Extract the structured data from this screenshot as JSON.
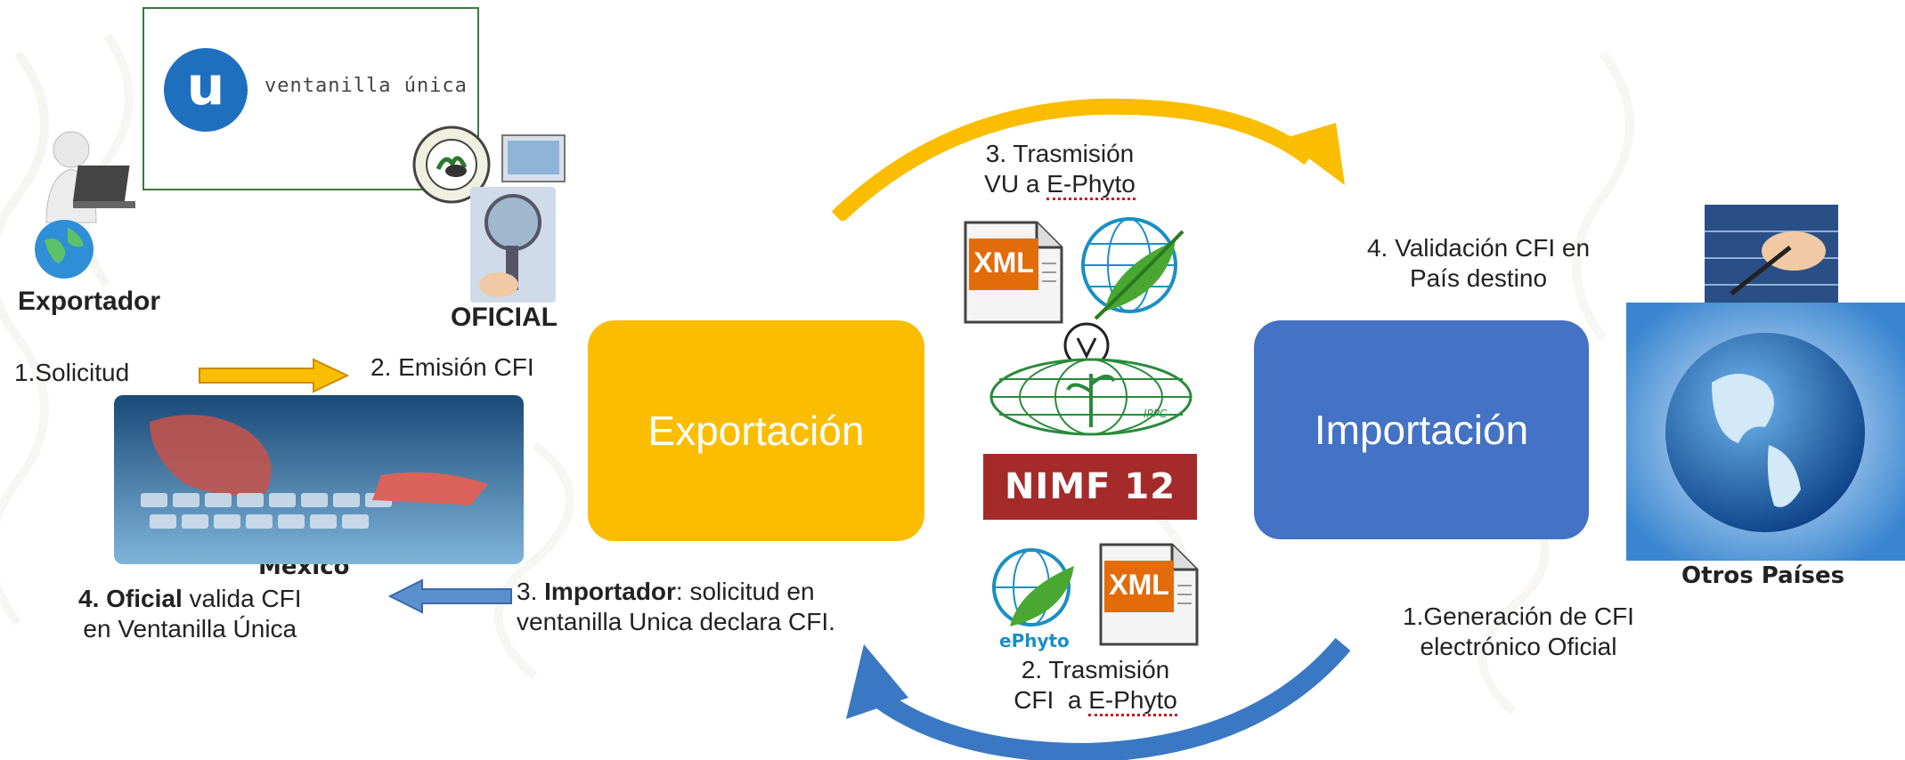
{
  "colors": {
    "export_box": "#fbbd00",
    "import_box": "#4472c4",
    "arrow_yellow": "#fbbd00",
    "arrow_blue": "#3b78c3",
    "nimf_bg": "#a52a2a",
    "text": "#222222"
  },
  "boxes": {
    "export": "Exportación",
    "import": "Importación"
  },
  "labels": {
    "exporter": "Exportador",
    "official": "OFICIAL",
    "step1_request": "1.Solicitud",
    "step2_emission": "2. Emisión CFI",
    "mexico": "México",
    "step4_official_bold": "4. Oficial",
    "step4_official_rest": " valida CFI",
    "step4_official_line2": "en Ventanilla Única",
    "step3_importer_num": "3. ",
    "step3_importer_bold": "Importador",
    "step3_importer_rest": ": solicitud en",
    "step3_importer_line2": "ventanilla Unica declara CFI.",
    "top_transmission_line1": "3. Trasmisión",
    "top_transmission_line2_a": "VU a ",
    "top_transmission_line2_b": "E-Phyto",
    "validation_line1": "4. Validación CFI en",
    "validation_line2": "País destino",
    "generation_line1": "1.Generación de CFI",
    "generation_line2": "electrónico Oficial",
    "bottom_transmission_line1": "2. Trasmisión",
    "bottom_transmission_line2_a": "CFI  a ",
    "bottom_transmission_line2_b": "E-Phyto",
    "other_countries": "Otros Países"
  },
  "logos": {
    "ventanilla_u": "u",
    "ventanilla_text": "ventanilla única",
    "xml": "XML",
    "ephyto": "ePhyto",
    "ippc": "IPPC",
    "nimf": "NIMF 12"
  },
  "icons": {
    "exporter": "person-laptop-icon",
    "official": "inspector-magnifier-icon",
    "globe": "globe-icon",
    "keyboard": "keyboard-map-icon",
    "signing": "signing-hand-icon"
  }
}
